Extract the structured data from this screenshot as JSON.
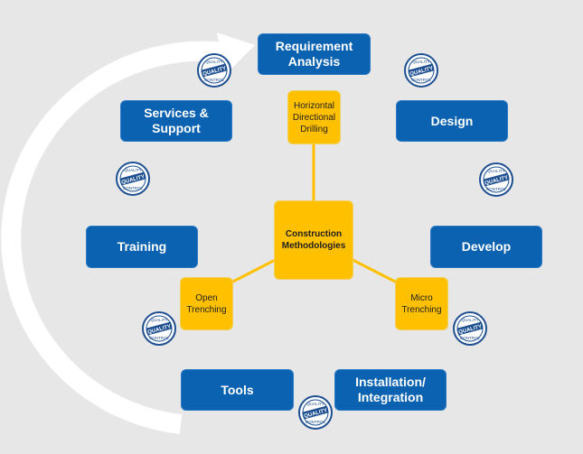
{
  "center": "Construction Methodologies",
  "phases": [
    "Requirement Analysis",
    "Design",
    "Develop",
    "Installation/ Integration",
    "Tools",
    "Training",
    "Services & Support"
  ],
  "methods": [
    "Horizontal Directional Drilling",
    "Open Trenching",
    "Micro Trenching"
  ],
  "seal": {
    "top": "QUALITY",
    "band": "QUALITY",
    "bottom": "CONTROL"
  },
  "colors": {
    "phase": "#0b62b0",
    "method": "#ffc000",
    "ring": "#ffffff",
    "background": "#e7e7e7"
  }
}
